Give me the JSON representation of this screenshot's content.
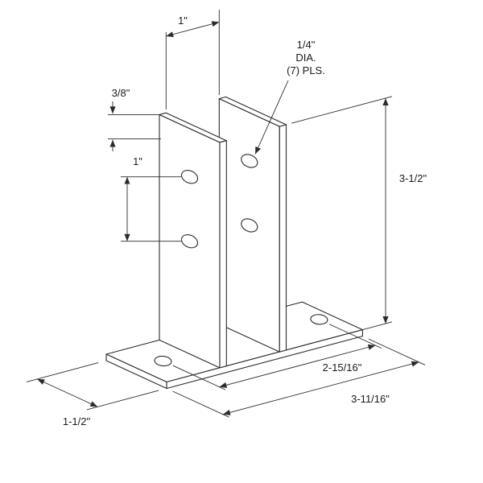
{
  "drawing": {
    "colors": {
      "line": "#2b2b2b",
      "text": "#1a1a1a",
      "background": "#ffffff"
    },
    "dimensions": {
      "ear_gap": "1\"",
      "hole_note": [
        "1/4\"",
        "DIA.",
        "(7) PLS."
      ],
      "edge_offset": "3/8\"",
      "hole_spacing": "1\"",
      "ear_height": "3-1/2\"",
      "base_hole_spacing": "2-15/16\"",
      "base_length": "3-11/16\"",
      "base_width": "1-1/2\""
    }
  }
}
